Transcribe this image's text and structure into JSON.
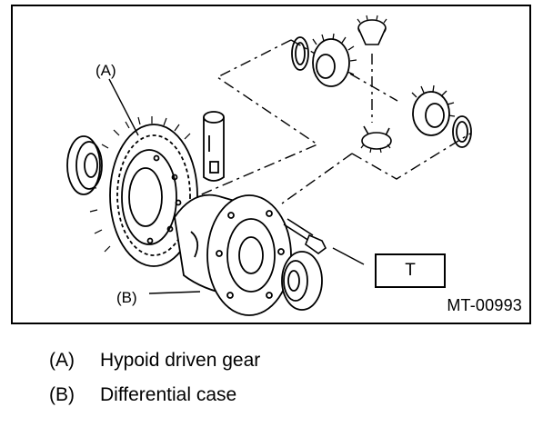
{
  "figure": {
    "callouts": {
      "a": "(A)",
      "b": "(B)"
    },
    "torque_symbol": "T",
    "figure_code": "MT-00993"
  },
  "legend": [
    {
      "key": "(A)",
      "text": "Hypoid driven gear"
    },
    {
      "key": "(B)",
      "text": "Differential case"
    }
  ]
}
